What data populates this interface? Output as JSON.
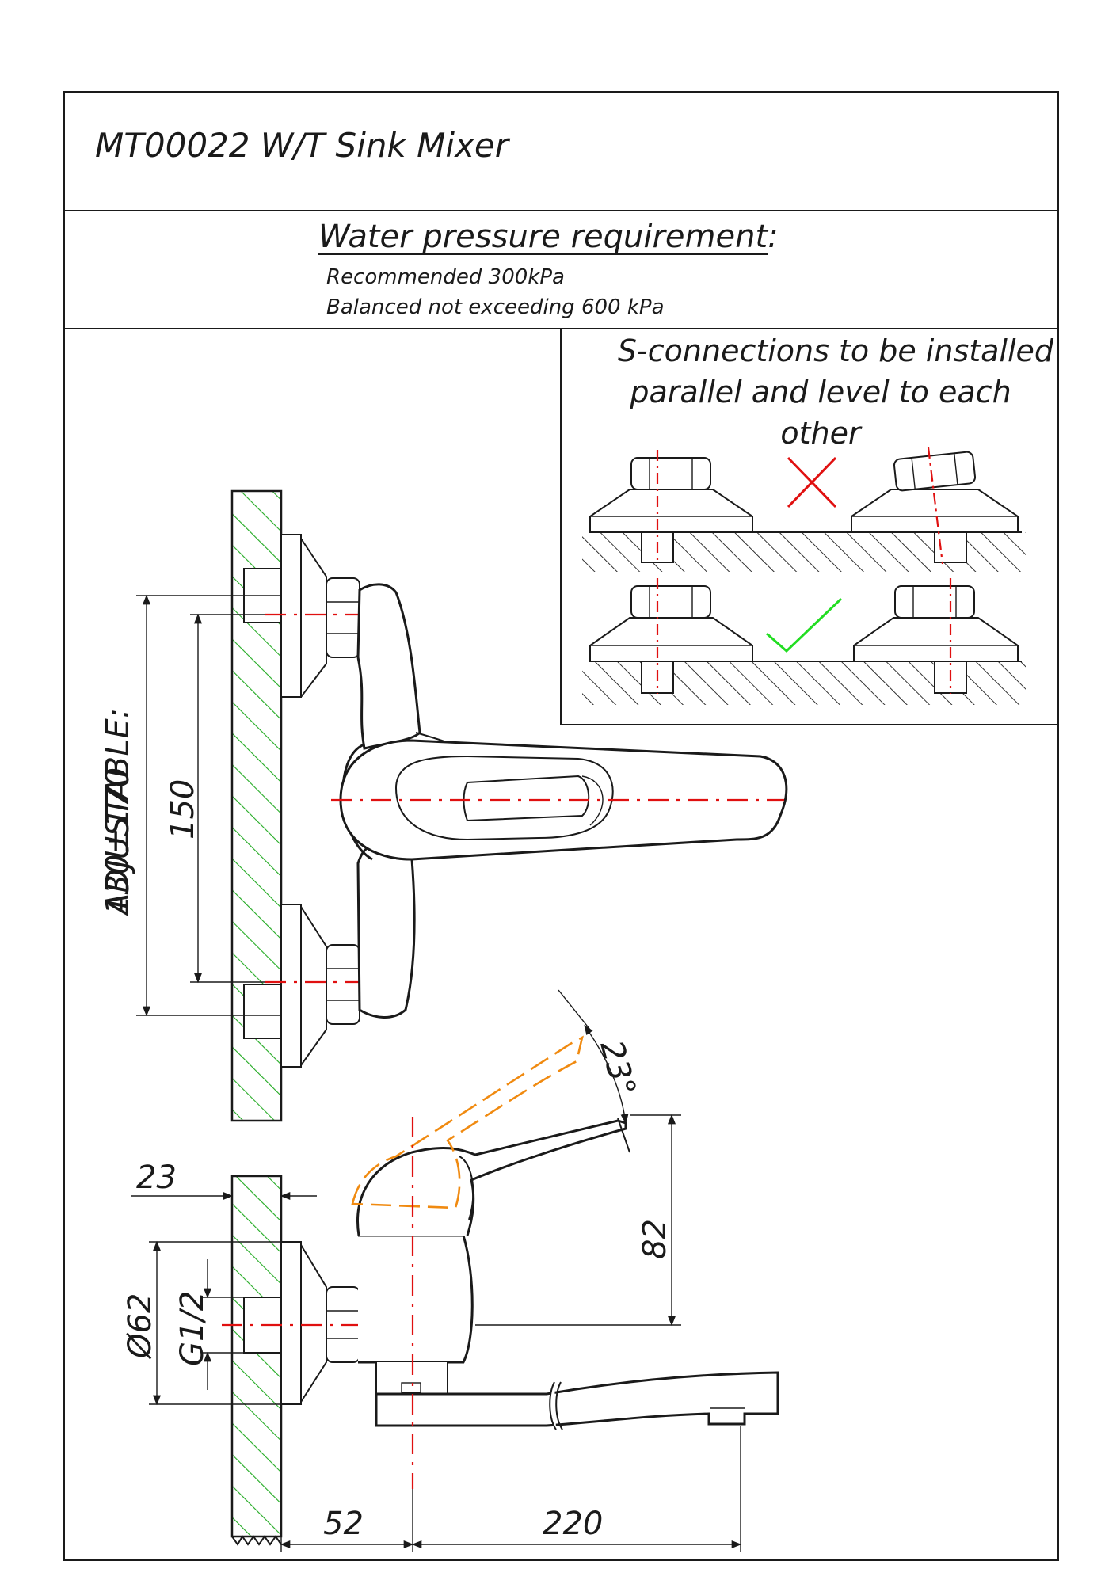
{
  "title": "MT00022 W/T Sink Mixer",
  "pressure": {
    "heading": "Water pressure requirement:",
    "line1": "Recommended 300kPa",
    "line2": "Balanced not exceeding 600 kPa"
  },
  "inset": {
    "caption_line1": "S-connections to be installed",
    "caption_line2": "parallel and level to each",
    "caption_line3": "other",
    "wrong_mark_color": "#e01010",
    "right_mark_color": "#22dd22",
    "wrong_mark_icon": "cross-icon",
    "right_mark_icon": "check-icon"
  },
  "dimensions": {
    "adjustable_label": "ADJUSTABLE:",
    "adjustable_range": "130±170",
    "centers": "150",
    "wall_thickness": "23",
    "flange_diameter": "Ø62",
    "thread": "G1/2",
    "handle_angle": "23°",
    "height": "82",
    "offset": "52",
    "spout_reach": "220"
  },
  "colors": {
    "centerline": "#e01010",
    "wall_hatch": "#22aa22",
    "handle_travel": "#f08a10"
  }
}
